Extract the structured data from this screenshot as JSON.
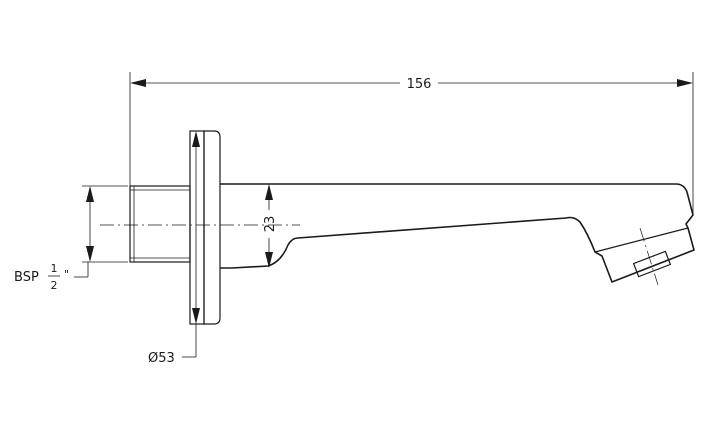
{
  "dimensions": {
    "overall_length": "156",
    "offset": "23",
    "flange_diameter": "Ø53",
    "thread": {
      "prefix": "BSP",
      "numerator": "1",
      "denominator": "2",
      "unit": "\""
    }
  }
}
